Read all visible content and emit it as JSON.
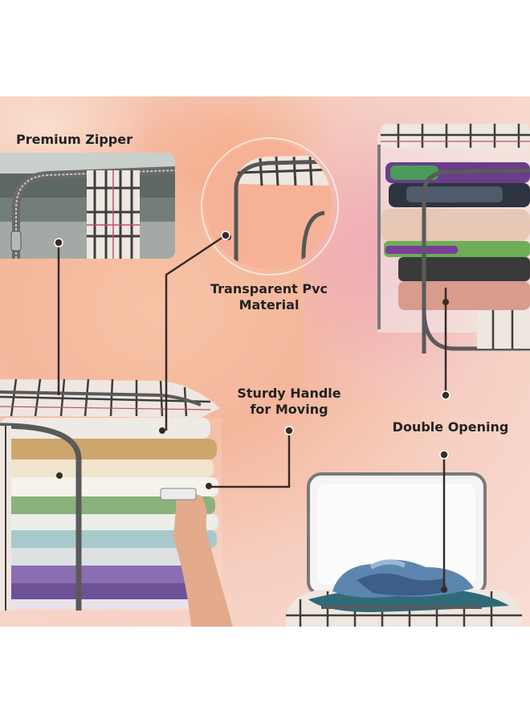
{
  "features": {
    "premium_zipper": "Premium Zipper",
    "transparent_line1": "Transparent Pvc",
    "transparent_line2": "Material",
    "handle_line1": "Sturdy Handle",
    "handle_line2": "for Moving",
    "double_opening": "Double Opening"
  },
  "colors": {
    "background": "#f6c7b1",
    "plaid_base": "#efe6df",
    "plaid_stripe": "#4a4a4a",
    "plaid_accent": "#c0506a",
    "callout_line": "#3a2a2a",
    "zipper_trim": "#5a5a5a"
  },
  "icons": [
    "zipper-detail-photo",
    "pvc-detail-photo",
    "handle-callout-dot",
    "opening-callout-dot"
  ]
}
